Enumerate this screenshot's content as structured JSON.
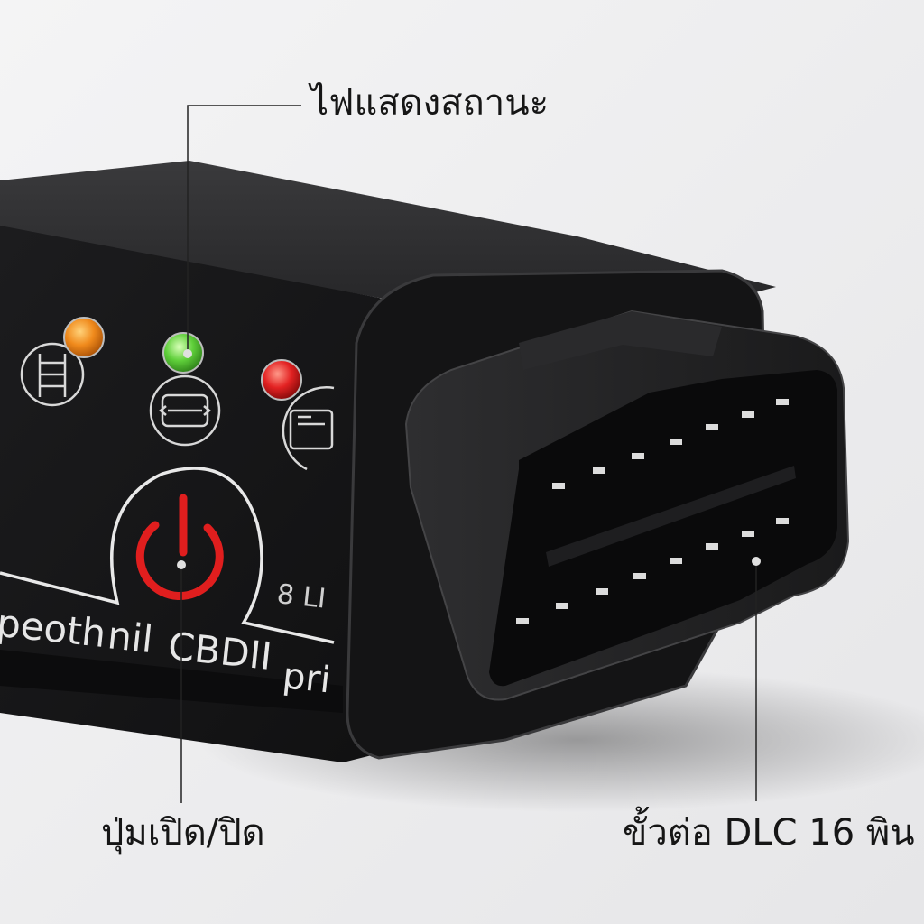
{
  "callouts": {
    "status_light": "ไฟแสดงสถานะ",
    "power_button": "ปุ่มเปิด/ปิด",
    "dlc_connector": "ขั้วต่อ DLC 16 พิน"
  },
  "device_print": {
    "front_text_1": "peoth",
    "front_text_2": "nil",
    "front_text_3": "CBDII",
    "front_text_4": "pri",
    "side_mark": "8 LI"
  },
  "indicator_colors": {
    "orange": "#f08a1c",
    "green": "#5fcf3a",
    "red": "#e32222",
    "power_symbol": "#e01e1e"
  },
  "icons": [
    "engine-icon",
    "bluetooth-link-icon",
    "battery-icon",
    "power-icon"
  ]
}
